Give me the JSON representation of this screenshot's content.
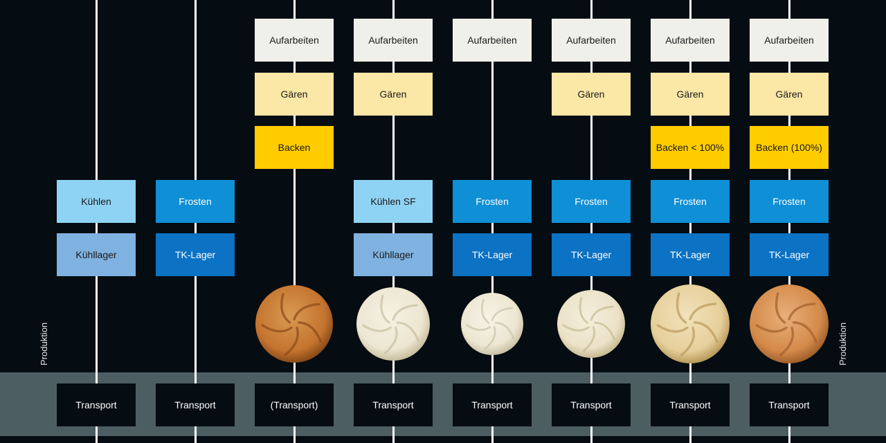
{
  "side_labels": {
    "left": "Produktion",
    "right": "Produktion"
  },
  "colors": {
    "background": "#050c12",
    "band": "#4d5e63",
    "aufarbeiten": "#f0f0ea",
    "gaeren": "#fbe7a6",
    "backen": "#ffcc00",
    "kuehlen": "#8fd3f4",
    "kuehllager": "#7fb2e0",
    "frosten": "#0e8fd6",
    "tk_lager": "#0b72c4",
    "transport": "#050c12"
  },
  "columns": [
    {
      "id": "col1",
      "steps": [
        null,
        null,
        null,
        {
          "label": "Kühlen",
          "kind": "kuehlen"
        },
        {
          "label": "Kühllager",
          "kind": "kuehllager"
        }
      ],
      "bun": null,
      "transport": "Transport"
    },
    {
      "id": "col2",
      "steps": [
        null,
        null,
        null,
        {
          "label": "Frosten",
          "kind": "frosten"
        },
        {
          "label": "TK-Lager",
          "kind": "tk_lager"
        }
      ],
      "bun": null,
      "transport": "Transport"
    },
    {
      "id": "col3",
      "steps": [
        {
          "label": "Aufarbeiten",
          "kind": "aufarbeiten"
        },
        {
          "label": "Gären",
          "kind": "gaeren"
        },
        {
          "label": "Backen",
          "kind": "backen"
        },
        null,
        null
      ],
      "bun": "baked-dark",
      "transport": "(Transport)"
    },
    {
      "id": "col4",
      "steps": [
        {
          "label": "Aufarbeiten",
          "kind": "aufarbeiten"
        },
        {
          "label": "Gären",
          "kind": "gaeren"
        },
        null,
        {
          "label": "Kühlen SF",
          "kind": "kuehlen"
        },
        {
          "label": "Kühllager",
          "kind": "kuehllager"
        }
      ],
      "bun": "raw-large",
      "transport": "Transport"
    },
    {
      "id": "col5",
      "steps": [
        {
          "label": "Aufarbeiten",
          "kind": "aufarbeiten"
        },
        null,
        null,
        {
          "label": "Frosten",
          "kind": "frosten"
        },
        {
          "label": "TK-Lager",
          "kind": "tk_lager"
        }
      ],
      "bun": "raw-small",
      "transport": "Transport"
    },
    {
      "id": "col6",
      "steps": [
        {
          "label": "Aufarbeiten",
          "kind": "aufarbeiten"
        },
        {
          "label": "Gären",
          "kind": "gaeren"
        },
        null,
        {
          "label": "Frosten",
          "kind": "frosten"
        },
        {
          "label": "TK-Lager",
          "kind": "tk_lager"
        }
      ],
      "bun": "raw-proofed",
      "transport": "Transport"
    },
    {
      "id": "col7",
      "steps": [
        {
          "label": "Aufarbeiten",
          "kind": "aufarbeiten"
        },
        {
          "label": "Gären",
          "kind": "gaeren"
        },
        {
          "label": "Backen < 100%",
          "kind": "backen"
        },
        {
          "label": "Frosten",
          "kind": "frosten"
        },
        {
          "label": "TK-Lager",
          "kind": "tk_lager"
        }
      ],
      "bun": "half-baked",
      "transport": "Transport"
    },
    {
      "id": "col8",
      "steps": [
        {
          "label": "Aufarbeiten",
          "kind": "aufarbeiten"
        },
        {
          "label": "Gären",
          "kind": "gaeren"
        },
        {
          "label": "Backen (100%)",
          "kind": "backen"
        },
        {
          "label": "Frosten",
          "kind": "frosten"
        },
        {
          "label": "TK-Lager",
          "kind": "tk_lager"
        }
      ],
      "bun": "baked-light",
      "transport": "Transport"
    }
  ]
}
